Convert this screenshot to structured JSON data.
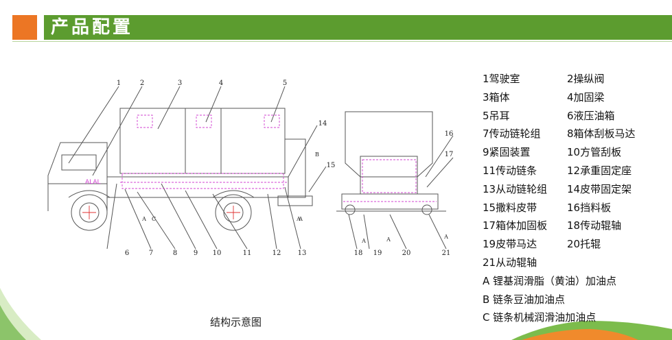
{
  "header": {
    "title": "产品配置",
    "accent_color": "#ec7624",
    "bar_color": "#5c9c2f"
  },
  "drawing": {
    "side_labels": [
      "1",
      "2",
      "3",
      "4",
      "5",
      "6",
      "7",
      "8",
      "9",
      "10",
      "11",
      "12",
      "13",
      "14",
      "15",
      "A",
      "A",
      "C",
      "A",
      "B"
    ],
    "rear_labels": [
      "16",
      "17",
      "18",
      "19",
      "20",
      "21",
      "A",
      "A",
      "A"
    ],
    "cab_mark": "ALAL"
  },
  "caption": "结构示意图",
  "legend": {
    "pairs": [
      [
        "1驾驶室",
        "2操纵阀"
      ],
      [
        "3箱体",
        "4加固梁"
      ],
      [
        "5吊耳",
        "6液压油箱"
      ],
      [
        "7传动链轮组",
        "8箱体刮板马达"
      ],
      [
        "9紧固装置",
        "10方管刮板"
      ],
      [
        "11传动链条",
        "12承重固定座"
      ],
      [
        "13从动链轮组",
        "14皮带固定架"
      ],
      [
        "15撒料皮带",
        "16挡料板"
      ],
      [
        "17箱体加固板",
        "18传动辊轴"
      ],
      [
        "19皮带马达",
        "20托辊"
      ]
    ],
    "singles": [
      "21从动辊轴",
      "A 锂基润滑脂（黄油）加油点",
      "B 链条豆油加油点",
      "C 链条机械润滑油加油点"
    ]
  }
}
